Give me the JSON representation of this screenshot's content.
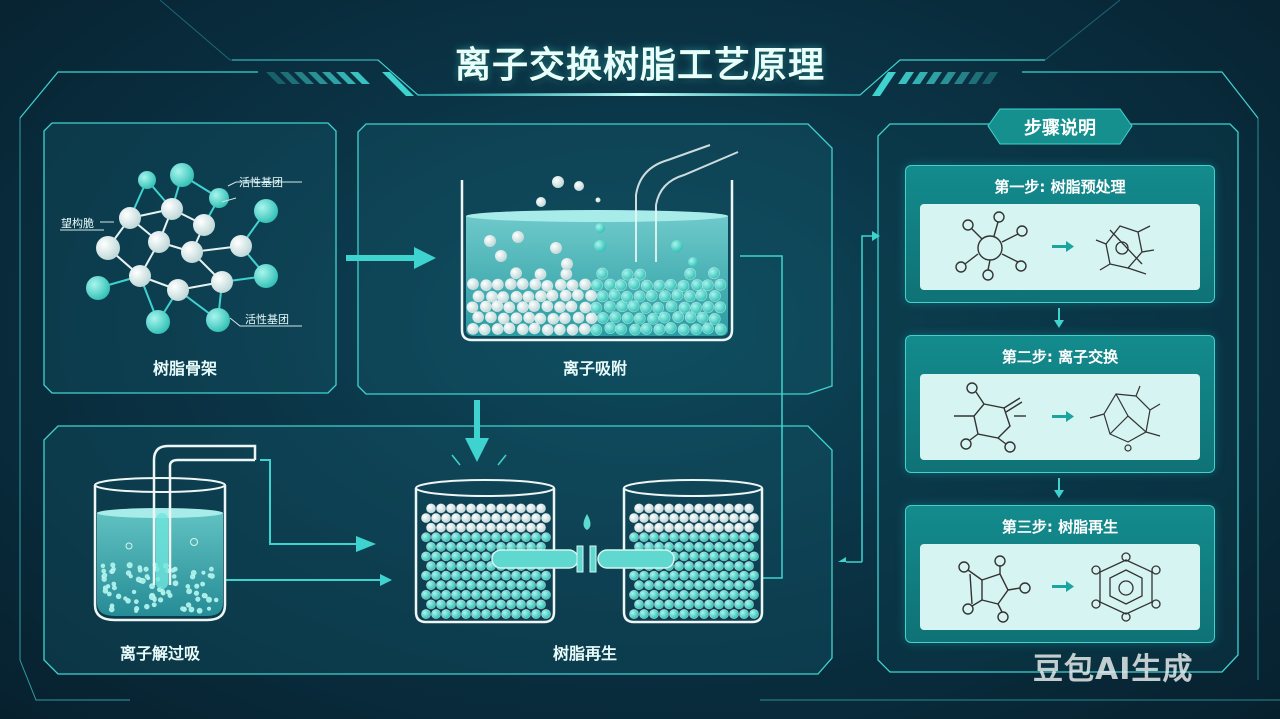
{
  "header": {
    "title": "离子交换树脂工艺原理"
  },
  "panels": {
    "resin_skeleton": {
      "label": "树脂骨架",
      "annotations": {
        "active_group_top": "活性基团",
        "skeleton_chain": "望构脆",
        "active_group_bottom": "活性基团"
      }
    },
    "ion_adsorption": {
      "label": "离子吸附"
    },
    "ion_desorption": {
      "label": "离子解过吸"
    },
    "resin_regeneration": {
      "label": "树脂再生"
    }
  },
  "steps_panel": {
    "title": "步骤说明",
    "steps": [
      {
        "title": "第一步: 树脂预处理"
      },
      {
        "title": "第二步: 离子交换"
      },
      {
        "title": "第三步: 树脂再生"
      }
    ]
  },
  "watermark": "豆包AI生成",
  "colors": {
    "accent": "#3fd3cf",
    "bead_teal": "#46cfc4",
    "bead_white": "#eef6f5",
    "background": "#0a3446"
  }
}
